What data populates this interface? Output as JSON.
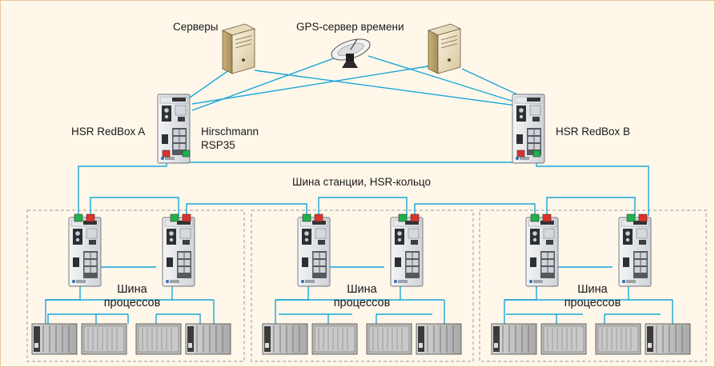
{
  "labels": {
    "servers": "Серверы",
    "gps_server": "GPS-сервер времени",
    "redbox_a": "HSR RedBox A",
    "redbox_b": "HSR RedBox B",
    "device_model_line1": "Hirschmann",
    "device_model_line2": "RSP35",
    "station_bus": "Шина станции, HSR-кольцо",
    "process_bus_line1": "Шина",
    "process_bus_line2": "процессов"
  },
  "colors": {
    "background": "#fff7ea",
    "border": "#e6c79c",
    "link": "#1aa5d8",
    "port_green": "#1db34a",
    "port_red": "#e0302a",
    "group_border": "#9a9a9a"
  },
  "icons": [
    "server-icon",
    "satellite-dish-icon",
    "switch-icon",
    "plc-rack-icon"
  ]
}
